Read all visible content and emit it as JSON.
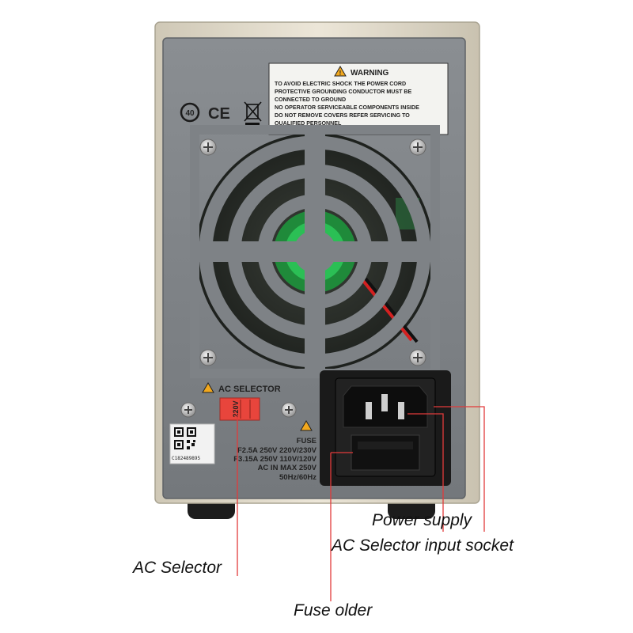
{
  "warning": {
    "title": "WARNING",
    "lines": [
      "TO AVOID ELECTRIC SHOCK THE POWER CORD",
      "PROTECTIVE GROUNDING CONDUCTOR MUST BE",
      "CONNECTED TO GROUND",
      "NO OPERATOR SERVICEABLE COMPONENTS INSIDE",
      "DO NOT REMOVE COVERS REFER SERVICING TO",
      "QUALIFIED PERSONNEL"
    ]
  },
  "marks": {
    "rohs_years": "40",
    "ce": "CE"
  },
  "ac_selector": {
    "title": "AC SELECTOR",
    "switch_value": "220V"
  },
  "fuse": {
    "title": "FUSE",
    "lines": [
      "F2.5A  250V 220V/230V",
      "F3.15A 250V 110V/120V",
      "AC IN MAX 250V",
      "50Hz/60Hz"
    ]
  },
  "serial": "C182489895",
  "callouts": {
    "power_supply": "Power supply",
    "ac_input_socket": "AC Selector input socket",
    "ac_selector": "AC Selector",
    "fuse_holder": "Fuse older"
  },
  "colors": {
    "panel": "#7d8185",
    "body": "#e3dccc",
    "leader_line": "#e23b3b",
    "switch": "#e8453c",
    "warning_yellow": "#f2a81d"
  },
  "icons": [
    "rohs-40-icon",
    "ce-mark-icon",
    "weee-bin-icon",
    "warning-triangle-icon",
    "qr-code-icon",
    "screw-icon"
  ]
}
